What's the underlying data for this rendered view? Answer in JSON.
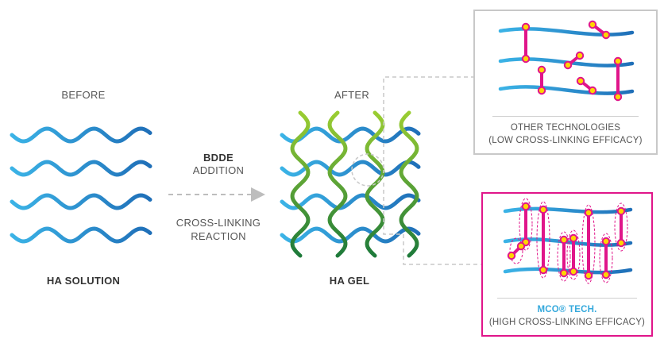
{
  "labels": {
    "before": "BEFORE",
    "after": "AFTER",
    "bdde": "BDDE",
    "addition": "ADDITION",
    "cross_linking": "CROSS-LINKING",
    "reaction": "REACTION",
    "ha_solution": "HA SOLUTION",
    "ha_gel": "HA GEL"
  },
  "panel_other": {
    "line1": "OTHER TECHNOLOGIES",
    "line2": "(LOW CROSS-LINKING EFFICACY)"
  },
  "panel_mco": {
    "title": "MCO® TECH.",
    "subtitle": "(HIGH CROSS-LINKING EFFICACY)"
  },
  "colors": {
    "ha_blue_light": "#3bb3e6",
    "ha_blue_dark": "#1f6fb8",
    "gel_green_light": "#9acd32",
    "gel_green_dark": "#1e7a3a",
    "crosslink_magenta": "#e0158a",
    "node_yellow": "#ffd400",
    "dashed_gray": "#c8c8c8",
    "text_gray": "#555555"
  }
}
